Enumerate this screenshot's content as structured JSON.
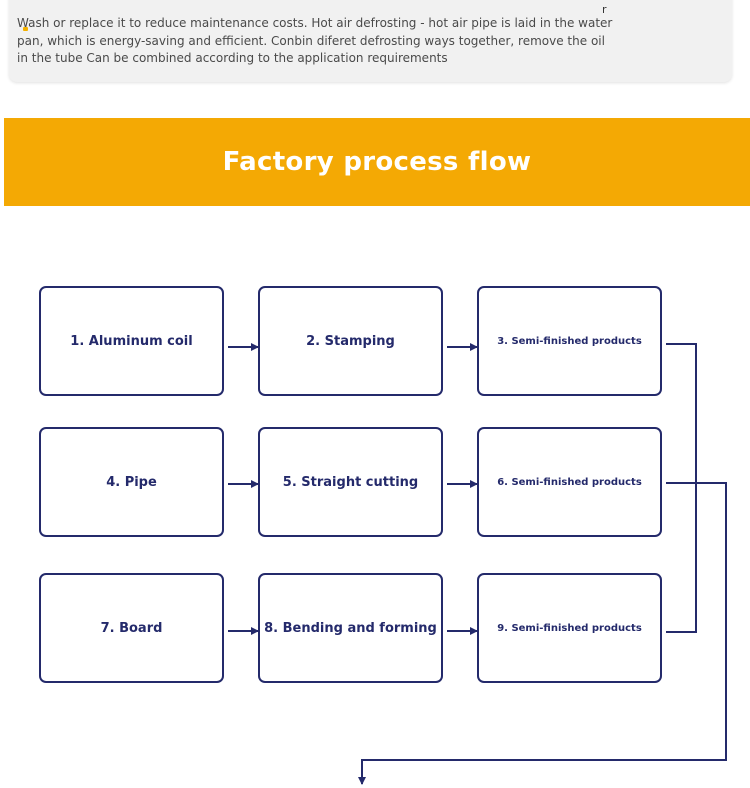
{
  "intro": {
    "text": "Wash or replace it to reduce maintenance costs. Hot air defrosting - hot air pipe is laid in the water pan, which is energy-saving and efficient. Conbin diferet defrosting ways together, remove the oil in the tube Can be combined according to the application requirements",
    "stray_char": "r"
  },
  "banner": {
    "title": "Factory process flow",
    "color": "#f4a904"
  },
  "flow": {
    "line_color": "#242a6b",
    "rows": [
      {
        "steps": [
          "1. Aluminum coil",
          "2. Stamping",
          "3. Semi-finished products"
        ]
      },
      {
        "steps": [
          "4. Pipe",
          "5. Straight cutting",
          "6. Semi-finished products"
        ]
      },
      {
        "steps": [
          "7. Board",
          "8. Bending and forming",
          "9. Semi-finished products"
        ]
      }
    ]
  }
}
